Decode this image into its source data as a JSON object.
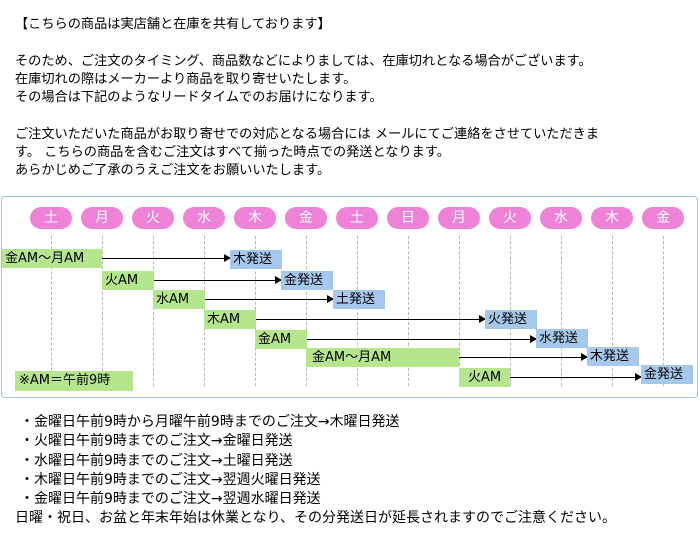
{
  "intro": {
    "header": "【こちらの商品は実店舗と在庫を共有しております】",
    "lines1": [
      "そのため、ご注文のタイミング、商品数などによりましては、在庫切れとなる場合がございます。",
      "在庫切れの際はメーカーより商品を取り寄せいたします。",
      "その場合は下記のようなリードタイムでのお届けになります。"
    ],
    "lines2": [
      "ご注文いただいた商品がお取り寄せでの対応となる場合には メールにてご連絡をさせていただきま",
      "す。 こちらの商品を含むご注文はすべて揃った時点での発送となります。",
      "あらかじめご了承のうえご注文をお願いいたします。"
    ]
  },
  "schedule": {
    "days": [
      "土",
      "月",
      "火",
      "水",
      "木",
      "金",
      "土",
      "日",
      "月",
      "火",
      "水",
      "木",
      "金"
    ],
    "rows": [
      {
        "order": "金AM〜月AM",
        "ship": "木発送"
      },
      {
        "order": "火AM",
        "ship": "金発送"
      },
      {
        "order": "水AM",
        "ship": "土発送"
      },
      {
        "order": "木AM",
        "ship": "火発送"
      },
      {
        "order": "金AM",
        "ship": "水発送"
      },
      {
        "order": "金AM〜月AM",
        "ship": "木発送"
      },
      {
        "order": "火AM",
        "ship": "金発送"
      }
    ],
    "note": "※AM＝午前9時"
  },
  "rules": [
    "・金曜日午前9時から月曜午前9時までのご注文→木曜日発送",
    "・火曜日午前9時までのご注文→金曜日発送",
    "・水曜日午前9時までのご注文→土曜日発送",
    "・木曜日午前9時までのご注文→翌週火曜日発送",
    "・金曜日午前9時までのご注文→翌週水曜日発送"
  ],
  "footer": "日曜・祝日、お盆と年末年始は休業となり、その分発送日が延長されますのでご注意ください。",
  "colors": {
    "day_pill": "#ee82d6",
    "order_box": "#b5e58d",
    "ship_box": "#a6c8ec",
    "panel_border": "#a3c1e0"
  }
}
